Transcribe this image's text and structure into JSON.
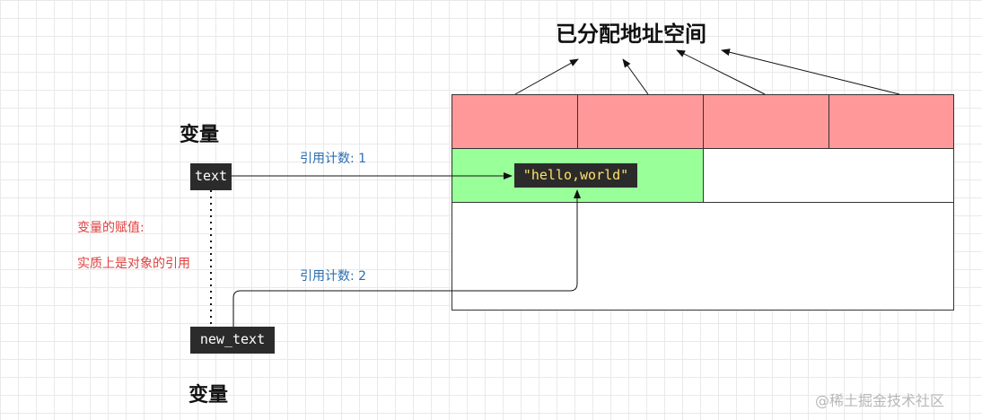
{
  "title": "已分配地址空间",
  "variables": {
    "heading_top": "变量",
    "heading_bottom": "变量",
    "text_var": "text",
    "new_text_var": "new_text"
  },
  "memory": {
    "value": "\"hello,world\"",
    "allocated_color": "#ff9999",
    "value_cell_color": "#99ff99"
  },
  "references": {
    "label_1": "引用计数: 1",
    "label_2": "引用计数: 2"
  },
  "notes": {
    "line_1": "变量的赋值:",
    "line_2": "实质上是对象的引用"
  },
  "watermark": "@稀土掘金技术社区"
}
